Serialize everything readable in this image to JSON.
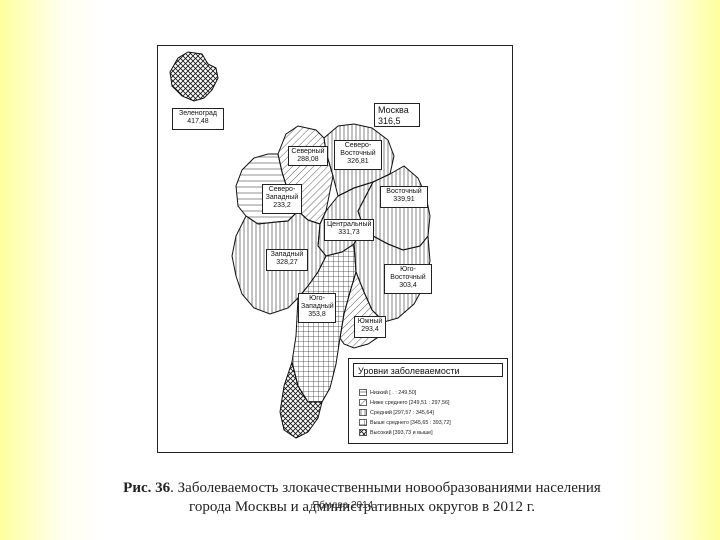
{
  "city": {
    "name": "Москва",
    "value": "316,5"
  },
  "districts": [
    {
      "id": "zelenograd",
      "name": "Зеленоград",
      "value": "417,48",
      "level": "high"
    },
    {
      "id": "severny",
      "name": "Северный",
      "value": "288,08",
      "level": "below_avg"
    },
    {
      "id": "severo-vostochny",
      "name": "Северо-Восточный",
      "value": "326,81",
      "level": "avg"
    },
    {
      "id": "severo-zapadny",
      "name": "Северо-Западный",
      "value": "233,2",
      "level": "low"
    },
    {
      "id": "vostochny",
      "name": "Восточный",
      "value": "339,91",
      "level": "avg"
    },
    {
      "id": "centralny",
      "name": "Центральный",
      "value": "331,73",
      "level": "avg"
    },
    {
      "id": "zapadny",
      "name": "Западный",
      "value": "328,27",
      "level": "avg"
    },
    {
      "id": "yugo-vostochny",
      "name": "Юго-Восточный",
      "value": "303,4",
      "level": "avg"
    },
    {
      "id": "yugo-zapadny",
      "name": "Юго-Западный",
      "value": "353,8",
      "level": "above_avg"
    },
    {
      "id": "yuzhny",
      "name": "Южный",
      "value": "293,4",
      "level": "below_avg"
    }
  ],
  "legend": {
    "title": "Уровни заболеваемости",
    "items": [
      {
        "level": "low",
        "label": "Низкий  [ . : 249,50]"
      },
      {
        "level": "below_avg",
        "label": "Ниже среднего  [249,51 : 297,56]"
      },
      {
        "level": "avg",
        "label": "Средний  [297,57 : 345,64]"
      },
      {
        "level": "above_avg",
        "label": "Выше среднего  [345,65 : 393,72]"
      },
      {
        "level": "high",
        "label": "Высокий  [393,73 и выше]"
      }
    ]
  },
  "caption": {
    "figure": "Рис. 36",
    "line1_rest": ". Заболеваемость злокачественными новообразованиями населения",
    "line2": "города Москвы и административных округов в 2012 г."
  },
  "source_note": "Ябмдва 2014"
}
